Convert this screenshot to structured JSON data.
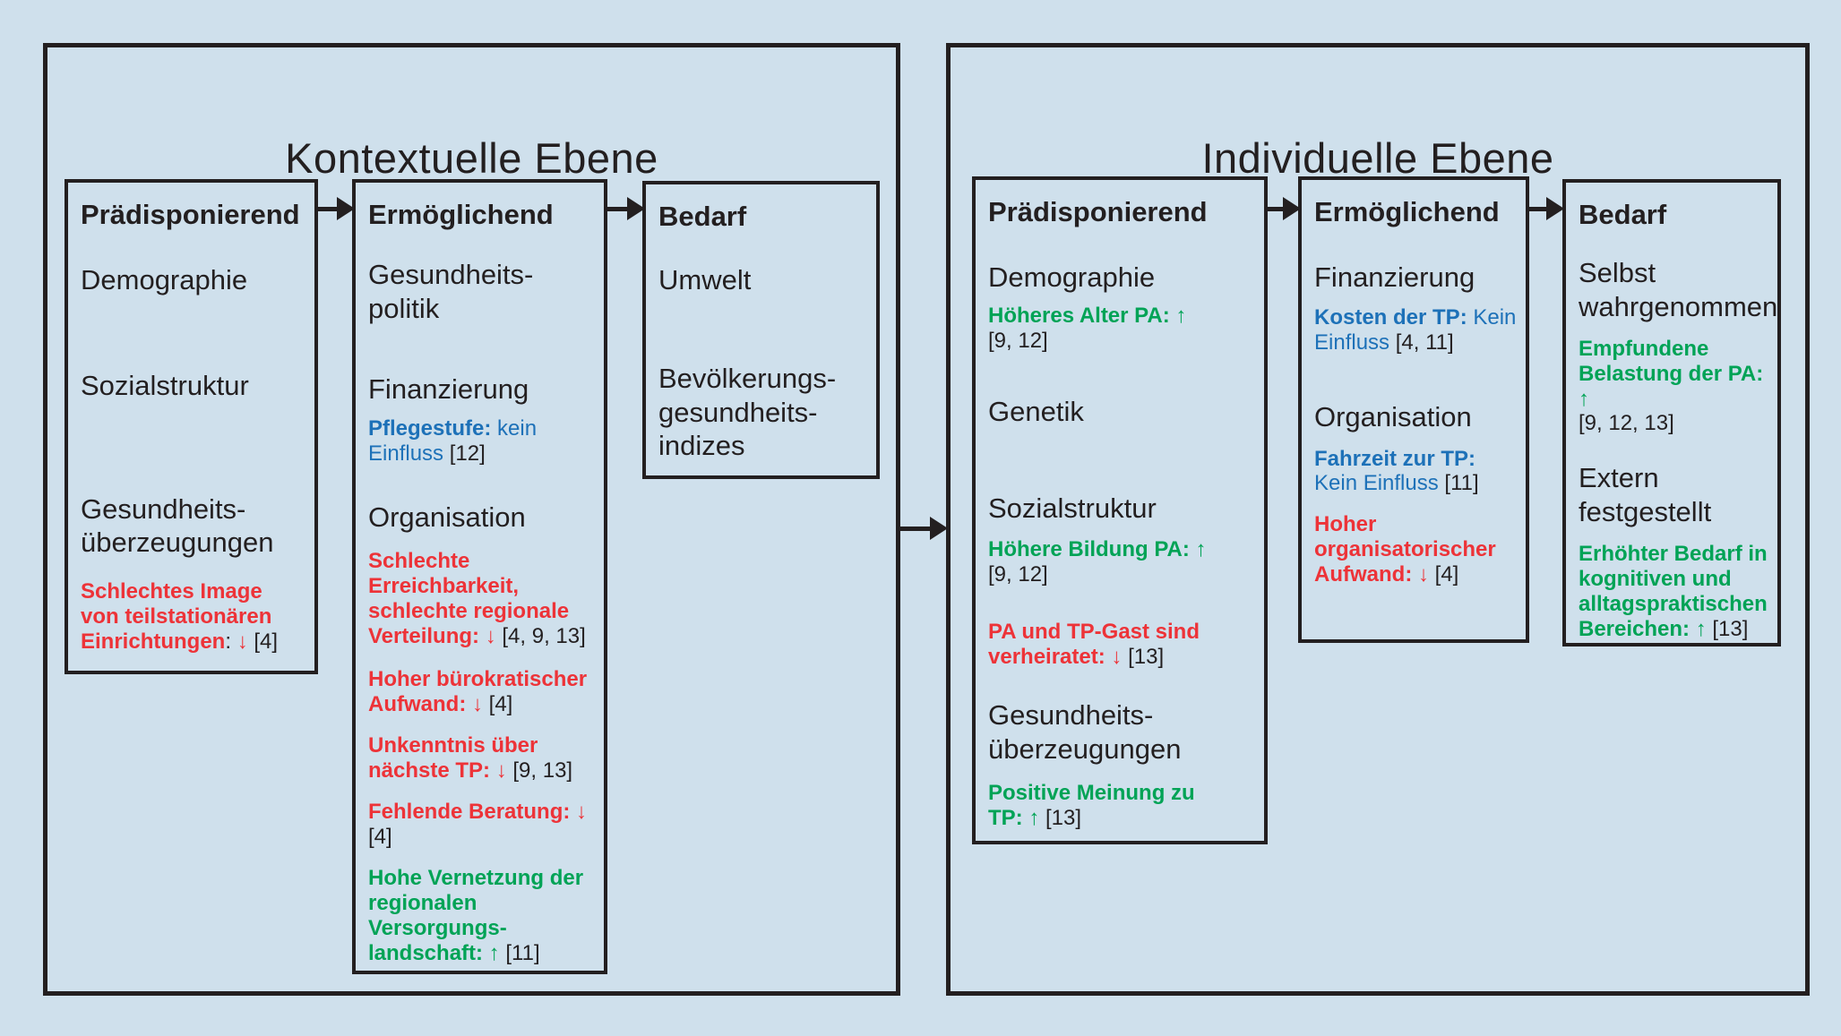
{
  "colors": {
    "background": "#cfe0ec",
    "ink": "#231f20",
    "negative_red": "#ed3338",
    "positive_green": "#00a356",
    "neutral_blue": "#1d71b8"
  },
  "panels": [
    {
      "title": "Kontextuelle Ebene",
      "boxes": [
        {
          "header": "Prädisponierend",
          "items": [
            {
              "kind": "label",
              "gap": 36,
              "text": "Demographie"
            },
            {
              "kind": "label",
              "gap": 80,
              "text": "Sozialstruktur"
            },
            {
              "kind": "label",
              "gap": 100,
              "text": "Gesundheits-\nüberzeugungen"
            },
            {
              "kind": "note",
              "gap": 22,
              "segments": [
                {
                  "t": "Schlechtes Image\nvon teilstationären\nEinrichtungen",
                  "c": "red",
                  "b": true
                },
                {
                  "t": ": ",
                  "c": "ink"
                },
                {
                  "t": "↓",
                  "c": "red"
                },
                {
                  "t": " [4]",
                  "c": "ink"
                }
              ]
            }
          ]
        },
        {
          "header": "Ermöglichend",
          "items": [
            {
              "kind": "label",
              "gap": 30,
              "text": "Gesundheits-\npolitik"
            },
            {
              "kind": "label",
              "gap": 52,
              "text": "Finanzierung"
            },
            {
              "kind": "note",
              "gap": 12,
              "segments": [
                {
                  "t": "Pflegestufe:",
                  "c": "blue",
                  "b": true
                },
                {
                  "t": " kein\nEinfluss",
                  "c": "blue"
                },
                {
                  "t": " [12]",
                  "c": "ink"
                }
              ]
            },
            {
              "kind": "label",
              "gap": 38,
              "text": "Organisation"
            },
            {
              "kind": "note",
              "gap": 16,
              "segments": [
                {
                  "t": "Schlechte\nErreichbarkeit,\nschlechte regionale\nVerteilung:",
                  "c": "red",
                  "b": true
                },
                {
                  "t": " ↓",
                  "c": "red"
                },
                {
                  "t": "  [4, 9, 13]",
                  "c": "ink"
                }
              ]
            },
            {
              "kind": "note",
              "gap": 20,
              "segments": [
                {
                  "t": "Hoher bürokratischer\nAufwand:",
                  "c": "red",
                  "b": true
                },
                {
                  "t": " ↓",
                  "c": "red"
                },
                {
                  "t": " [4]",
                  "c": "ink"
                }
              ]
            },
            {
              "kind": "note",
              "gap": 18,
              "segments": [
                {
                  "t": "Unkenntnis über\nnächste TP:",
                  "c": "red",
                  "b": true
                },
                {
                  "t": " ↓",
                  "c": "red"
                },
                {
                  "t": " [9, 13]",
                  "c": "ink"
                }
              ]
            },
            {
              "kind": "note",
              "gap": 18,
              "segments": [
                {
                  "t": "Fehlende Beratung:",
                  "c": "red",
                  "b": true
                },
                {
                  "t": " ↓",
                  "c": "red"
                },
                {
                  "t": "\n[4]",
                  "c": "ink"
                }
              ]
            },
            {
              "kind": "note",
              "gap": 18,
              "segments": [
                {
                  "t": "Hohe Vernetzung der\nregionalen\nVersorgungs-\nlandschaft:",
                  "c": "green",
                  "b": true
                },
                {
                  "t": " ↑",
                  "c": "green"
                },
                {
                  "t": " [11]",
                  "c": "ink"
                }
              ]
            }
          ]
        },
        {
          "header": "Bedarf",
          "items": [
            {
              "kind": "label",
              "gap": 34,
              "text": "Umwelt"
            },
            {
              "kind": "label",
              "gap": 72,
              "text": "Bevölkerungs-\ngesundheits-\nindizes"
            }
          ]
        }
      ]
    },
    {
      "title": "Individuelle Ebene",
      "boxes": [
        {
          "header": "Prädisponierend",
          "items": [
            {
              "kind": "label",
              "gap": 36,
              "text": "Demographie"
            },
            {
              "kind": "note",
              "gap": 10,
              "segments": [
                {
                  "t": "Höheres Alter PA:",
                  "c": "green",
                  "b": true
                },
                {
                  "t": " ↑",
                  "c": "green"
                },
                {
                  "t": "\n[9, 12]",
                  "c": "ink"
                }
              ]
            },
            {
              "kind": "label",
              "gap": 46,
              "text": "Genetik"
            },
            {
              "kind": "label",
              "gap": 70,
              "text": "Sozialstruktur"
            },
            {
              "kind": "note",
              "gap": 14,
              "segments": [
                {
                  "t": "Höhere Bildung PA:",
                  "c": "green",
                  "b": true
                },
                {
                  "t": " ↑",
                  "c": "green"
                },
                {
                  "t": "\n[9, 12]",
                  "c": "ink"
                }
              ]
            },
            {
              "kind": "note",
              "gap": 36,
              "segments": [
                {
                  "t": "PA und TP-Gast sind\nverheiratet:",
                  "c": "red",
                  "b": true
                },
                {
                  "t": " ↓",
                  "c": "red"
                },
                {
                  "t": "  [13]",
                  "c": "ink"
                }
              ]
            },
            {
              "kind": "label",
              "gap": 32,
              "text": "Gesundheits-\nüberzeugungen"
            },
            {
              "kind": "note",
              "gap": 16,
              "segments": [
                {
                  "t": "Positive Meinung zu\nTP:",
                  "c": "green",
                  "b": true
                },
                {
                  "t": " ↑",
                  "c": "green"
                },
                {
                  "t": "  [13]",
                  "c": "ink"
                }
              ]
            }
          ]
        },
        {
          "header": "Ermöglichend",
          "items": [
            {
              "kind": "label",
              "gap": 36,
              "text": "Finanzierung"
            },
            {
              "kind": "note",
              "gap": 12,
              "segments": [
                {
                  "t": "Kosten der TP:",
                  "c": "blue",
                  "b": true
                },
                {
                  "t": " Kein\nEinfluss",
                  "c": "blue"
                },
                {
                  "t": "  [4, 11]",
                  "c": "ink"
                }
              ]
            },
            {
              "kind": "label",
              "gap": 50,
              "text": "Organisation"
            },
            {
              "kind": "note",
              "gap": 14,
              "segments": [
                {
                  "t": "Fahrzeit zur TP:",
                  "c": "blue",
                  "b": true
                },
                {
                  "t": "\nKein Einfluss",
                  "c": "blue"
                },
                {
                  "t": "  [11]",
                  "c": "ink"
                }
              ]
            },
            {
              "kind": "note",
              "gap": 18,
              "segments": [
                {
                  "t": "Hoher\norganisatorischer\nAufwand:",
                  "c": "red",
                  "b": true
                },
                {
                  "t": " ↓",
                  "c": "red"
                },
                {
                  "t": "  [4]",
                  "c": "ink"
                }
              ]
            }
          ]
        },
        {
          "header": "Bedarf",
          "items": [
            {
              "kind": "label",
              "gap": 28,
              "text": "Selbst\nwahrgenommen"
            },
            {
              "kind": "note",
              "gap": 14,
              "segments": [
                {
                  "t": "Empfundene\nBelastung der PA:",
                  "c": "green",
                  "b": true
                },
                {
                  "t": " ↑",
                  "c": "green"
                },
                {
                  "t": "\n[9, 12, 13]",
                  "c": "ink"
                }
              ]
            },
            {
              "kind": "label",
              "gap": 28,
              "text": "Extern\nfestgestellt"
            },
            {
              "kind": "note",
              "gap": 14,
              "segments": [
                {
                  "t": "Erhöhter Bedarf in\nkognitiven und\nalltagspraktischen\nBereichen:",
                  "c": "green",
                  "b": true
                },
                {
                  "t": " ↑",
                  "c": "green"
                },
                {
                  "t": "  [13]",
                  "c": "ink"
                }
              ]
            }
          ]
        }
      ]
    }
  ]
}
